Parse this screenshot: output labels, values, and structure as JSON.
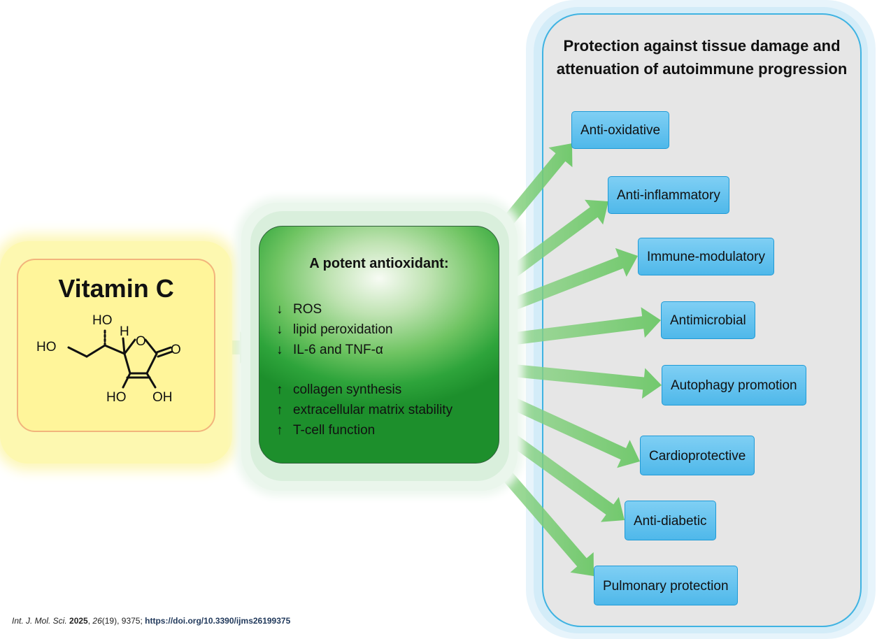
{
  "vitamin": {
    "title": "Vitamin C",
    "labels": {
      "ho_top": "HO",
      "h": "H",
      "ho_left": "HO",
      "o_ring": "O",
      "o_carbonyl": "O",
      "ho_bottom": "HO",
      "oh_bottom": "OH"
    }
  },
  "antioxidant": {
    "title": "A potent antioxidant:",
    "decrease": [
      {
        "arrow": "↓",
        "text": "ROS"
      },
      {
        "arrow": "↓",
        "text": "lipid peroxidation"
      },
      {
        "arrow": "↓",
        "text": "IL-6 and TNF-α"
      }
    ],
    "increase": [
      {
        "arrow": "↑",
        "text": "collagen synthesis"
      },
      {
        "arrow": "↑",
        "text": "extracellular matrix stability"
      },
      {
        "arrow": "↑",
        "text": "T-cell function"
      }
    ]
  },
  "outcome": {
    "title": "Protection against tissue damage and attenuation of autoimmune progression",
    "effects": [
      "Anti-oxidative",
      "Anti-inflammatory",
      "Immune-modulatory",
      "Antimicrobial",
      "Autophagy promotion",
      "Cardioprotective",
      "Anti-diabetic",
      "Pulmonary protection"
    ]
  },
  "citation": {
    "journal": "Int. J. Mol. Sci.",
    "year": "2025",
    "volume": "26",
    "issue_pages": "(19), 9375;",
    "doi": "https://doi.org/10.3390/ijms26199375"
  },
  "colors": {
    "vitamin_fill": "#fff59a",
    "antioxidant_green": "#2ea43b",
    "effect_blue": "#4fb8ea",
    "arrow_green": "#7fcc7a",
    "panel_gray": "#e6e6e6"
  }
}
